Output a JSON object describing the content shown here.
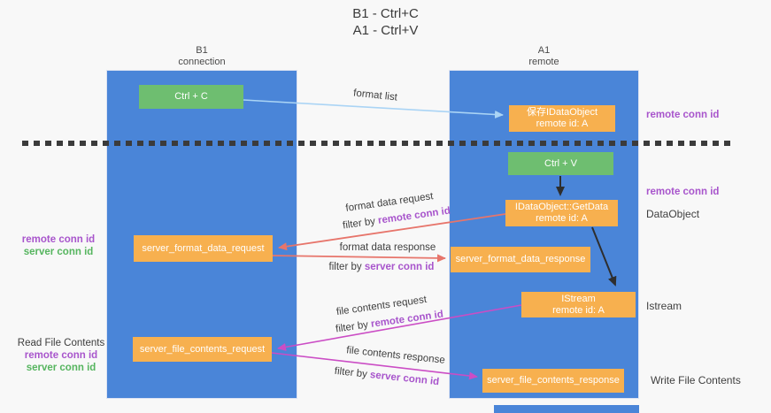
{
  "title": {
    "line1": "B1 - Ctrl+C",
    "line2": "A1 - Ctrl+V"
  },
  "lifelines": {
    "left": {
      "header_line1": "B1",
      "header_line2": "connection"
    },
    "right": {
      "header_line1": "A1",
      "header_line2": "remote"
    }
  },
  "boxes": {
    "ctrl_c": {
      "label": "Ctrl + C"
    },
    "save_idataobject": {
      "line1": "保存IDataObject",
      "line2": "remote id: A"
    },
    "ctrl_v": {
      "label": "Ctrl + V"
    },
    "getdata": {
      "line1": "IDataObject::GetData",
      "line2": "remote id: A"
    },
    "server_format_data_request": {
      "label": "server_format_data_request"
    },
    "server_format_data_response": {
      "label": "server_format_data_response"
    },
    "istream": {
      "line1": "IStream",
      "line2": "remote id: A"
    },
    "server_file_contents_request": {
      "label": "server_file_contents_request"
    },
    "server_file_contents_response": {
      "label": "server_file_contents_response"
    }
  },
  "side_labels": {
    "right_top_remote_conn_id": "remote conn id",
    "right_mid_remote_conn_id": "remote conn id",
    "dataobject": "DataObject",
    "istream": "Istream",
    "write_file_contents": "Write File Contents",
    "left_top": {
      "remote_conn_id": "remote conn id",
      "server_conn_id": "server conn id"
    },
    "left_bottom": {
      "read_file_contents": "Read File Contents",
      "remote_conn_id": "remote conn id",
      "server_conn_id": "server conn id"
    }
  },
  "arrow_labels": {
    "format_list": "format list",
    "format_data_request": {
      "text": "format data request",
      "filter_prefix": "filter by ",
      "filter_key": "remote conn id"
    },
    "format_data_response": {
      "text": "format data response",
      "filter_prefix": "filter by ",
      "filter_key": "server conn id"
    },
    "file_contents_request": {
      "text": "file contents request",
      "filter_prefix": "filter by ",
      "filter_key": "remote conn id"
    },
    "file_contents_response": {
      "text": "file contents response",
      "filter_prefix": "filter by ",
      "filter_key": "server conn id"
    }
  },
  "colors": {
    "background": "#f8f8f8",
    "lifeline_blue": "#4a85d8",
    "box_orange": "#f7b04f",
    "box_green": "#6ebe70",
    "accent_purple": "#a855cc",
    "accent_green": "#56b55f",
    "arrow_red": "#e7756b",
    "arrow_magenta": "#cb4dc5",
    "arrow_light_blue": "#aad4f5",
    "arrow_black": "#2e2e2e",
    "dashed_line": "#3b3b3b"
  }
}
